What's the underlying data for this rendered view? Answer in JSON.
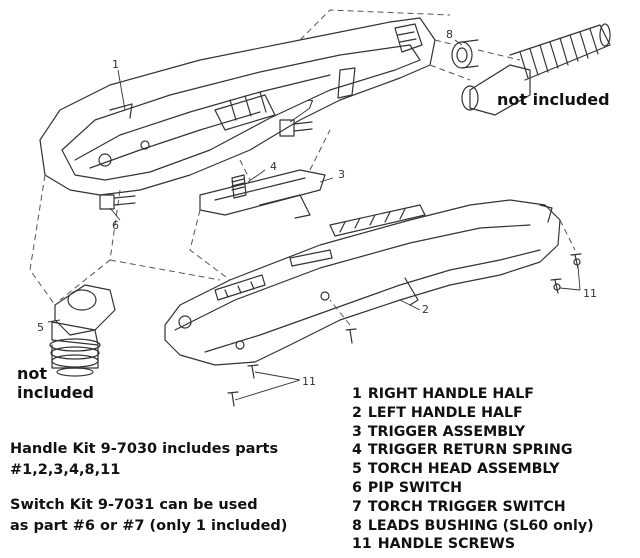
{
  "callouts": {
    "c1": "1",
    "c2": "2",
    "c3": "3",
    "c4": "4",
    "c5": "5",
    "c6": "6",
    "c7": "7",
    "c8": "8",
    "c11a": "11",
    "c11b": "11"
  },
  "not_included_right": "not included",
  "not_included_left_line1": "not",
  "not_included_left_line2": "included",
  "handle_kit": {
    "line1": "Handle Kit 9-7030 includes parts",
    "line2": "#1,2,3,4,8,11"
  },
  "switch_kit": {
    "line1": "Switch Kit 9-7031 can be used",
    "line2": "as part #6 or #7 (only 1 included)"
  },
  "parts": [
    {
      "num": "1",
      "name": "RIGHT HANDLE HALF"
    },
    {
      "num": "2",
      "name": "LEFT HANDLE HALF"
    },
    {
      "num": "3",
      "name": "TRIGGER ASSEMBLY"
    },
    {
      "num": "4",
      "name": "TRIGGER RETURN SPRING"
    },
    {
      "num": "5",
      "name": "TORCH HEAD ASSEMBLY"
    },
    {
      "num": "6",
      "name": "PIP SWITCH"
    },
    {
      "num": "7",
      "name": "TORCH TRIGGER SWITCH"
    },
    {
      "num": "8",
      "name": "LEADS BUSHING (SL60 only)"
    },
    {
      "num": "11",
      "name": "HANDLE SCREWS"
    }
  ]
}
